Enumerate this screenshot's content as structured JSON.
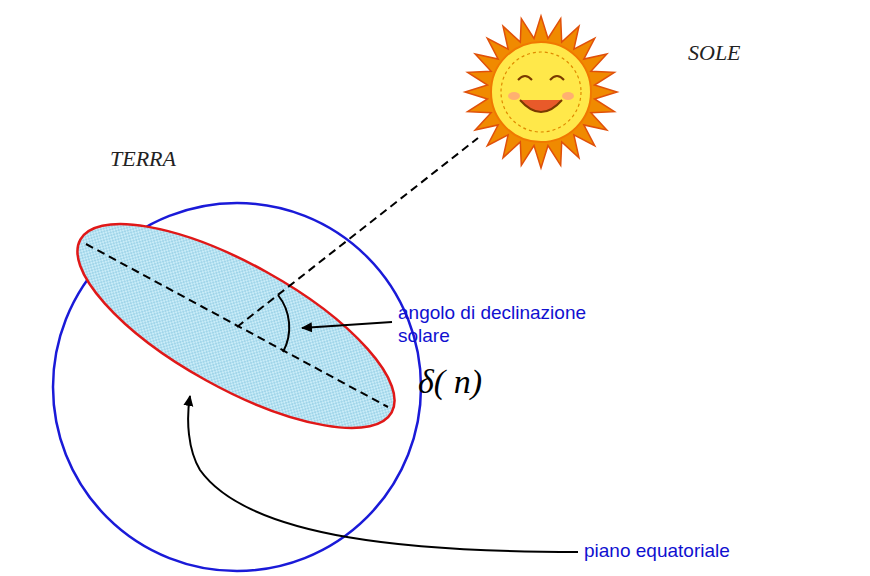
{
  "diagram": {
    "labels": [
      "SOLE",
      "TERRA",
      "angolo di declinazione solare",
      "δ( n)",
      "piano equatoriale"
    ]
  }
}
